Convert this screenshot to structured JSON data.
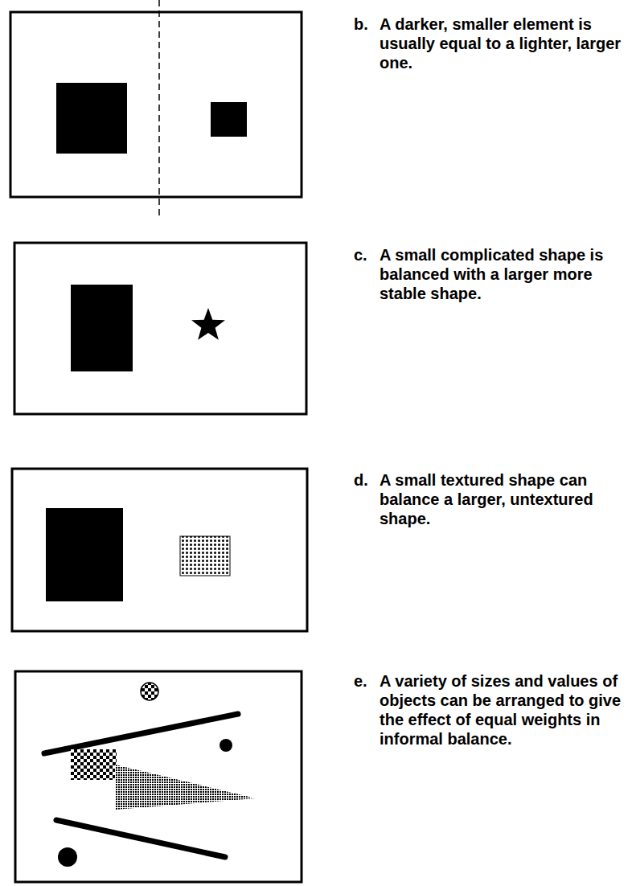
{
  "diagram": {
    "labels": [
      "b.",
      "A darker, smaller element is usually equal to a lighter, larger one.",
      "c.",
      "A small complicated shape is balanced with a larger more stable shape.",
      "d.",
      "A small textured shape can balance a larger, untextured shape.",
      "e.",
      "A variety of sizes and values of objects can be arranged to give the effect of equal weights in informal balance."
    ]
  }
}
